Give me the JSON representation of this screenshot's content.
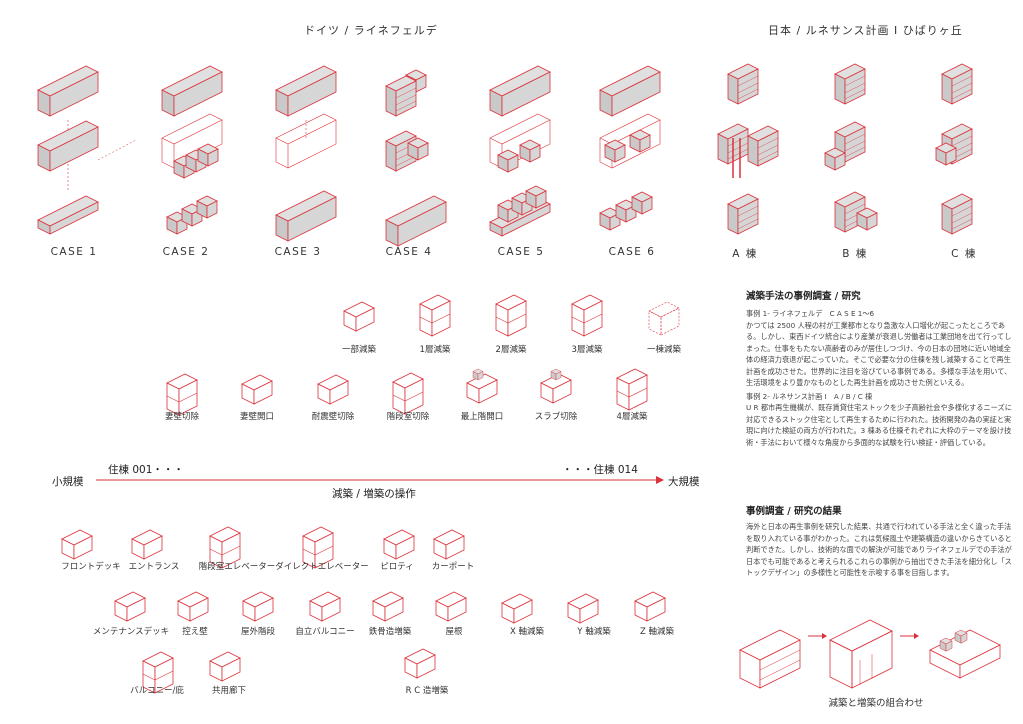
{
  "headers": {
    "germany": "ドイツ / ライネフェルデ",
    "japan": "日本 / ルネサンス計画 I ひばりヶ丘"
  },
  "cases": [
    "CASE 1",
    "CASE 2",
    "CASE 3",
    "CASE 4",
    "CASE 5",
    "CASE 6"
  ],
  "buildings": [
    "A 棟",
    "B 棟",
    "C 棟"
  ],
  "reduction_row": [
    "一部減築",
    "1層減築",
    "2層減築",
    "3層減築",
    "一棟減築"
  ],
  "cut_row": [
    "妻壁切除",
    "妻壁開口",
    "耐震壁切除",
    "階段室切除",
    "最上階開口",
    "スラブ切除",
    "4層減築"
  ],
  "axis": {
    "left": "小規模",
    "right": "大規模",
    "start": "住棟 001・・・",
    "end": "・・・住棟 014",
    "caption": "減築 / 増築の操作"
  },
  "addition_row1": [
    "フロントデッキ",
    "エントランス",
    "階段室エレベーター",
    "ダイレクトエレベーター",
    "ピロティ",
    "カーポート"
  ],
  "addition_row2": [
    "メンテナンスデッキ",
    "控え壁",
    "屋外階段",
    "自立バルコニー",
    "鉄骨造増築",
    "屋根",
    "X 軸減築",
    "Y 軸減築",
    "Z 軸減築"
  ],
  "addition_row3": [
    "バルコニー/庇",
    "共用廊下",
    "R C 造増築"
  ],
  "research": {
    "title": "減築手法の事例調査 / 研究",
    "case1_title": "事例 1- ライネフェルデ　C A S E 1～6",
    "case1_body": "かつては 2500 人程の村が工業都市となり急激な人口増化が起こったところである。しかし、東西ドイツ統合により産業が衰退し労働者は工業団地を出て行ってしまった。仕事をもたない高齢者のみが居住しつづけ、今の日本の団地に近い地域全体の経済力衰退が起こっていた。そこで必要な分の住棟を残し減築することで再生計画を成功させた。世界的に注目を浴びている事例である。多様な手法を用いて、生活環境をより豊かなものとした再生計画を成功させた例といえる。",
    "case2_title": "事例 2- ルネサンス計画 I　A / B / C 棟",
    "case2_body": "U R 都市再生機構が、既存賃貸住宅ストックを少子高齢社会や多様化するニーズに対応できるストック住宅として再生するために行われた。技術開発の為の実証と実現に向けた検証の両方が行われた。3 棟ある住棟それぞれに大枠のテーマを設け技術・手法において様々な角度から多面的な試験を行い検証・評価している。"
  },
  "result": {
    "title": "事例調査 / 研究の結果",
    "body": "海外と日本の再生事例を研究した結果、共通で行われている手法と全く違った手法を取り入れている事がわかった。これは気候風土や建築構造の違いからきていると判断できた。しかし、技術的な面での解決が可能でありライネフェルデでの手法が日本でも可能であると考えられるこれらの事例から抽出できた手法を細分化し「ストックデザイン」の多様性と可能性を示唆する事を目指します。"
  },
  "combo_caption": "減築と増築の組合わせ",
  "colors": {
    "accent": "#d9323a",
    "fill": "#dcdcdc",
    "text": "#333333"
  }
}
